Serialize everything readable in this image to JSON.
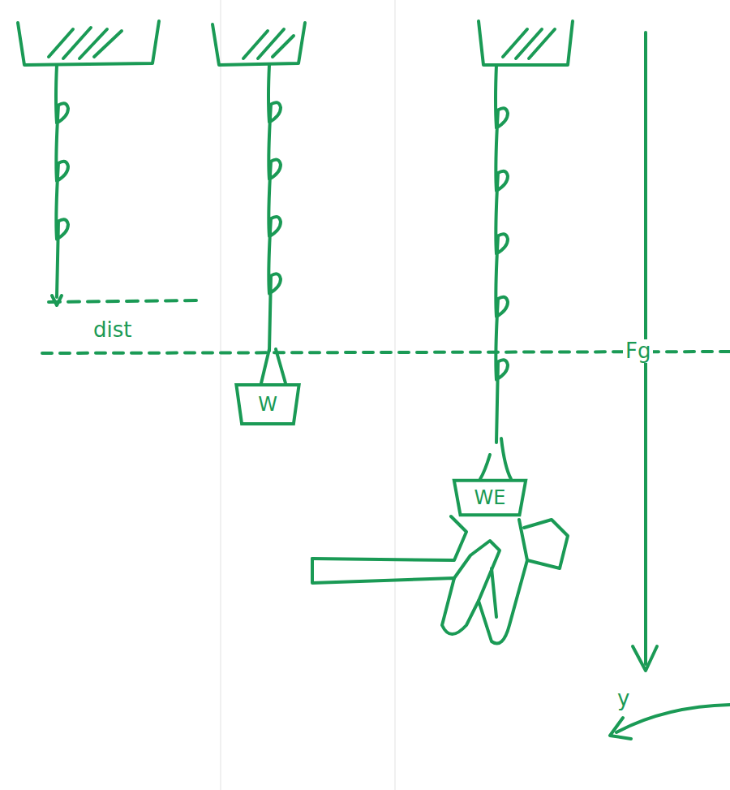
{
  "diagram": {
    "nodes": [
      {
        "text": [
          "W"
        ]
      },
      {
        "text": [
          "WE"
        ]
      }
    ],
    "labels": [
      "dist",
      "Fg",
      "y"
    ]
  }
}
